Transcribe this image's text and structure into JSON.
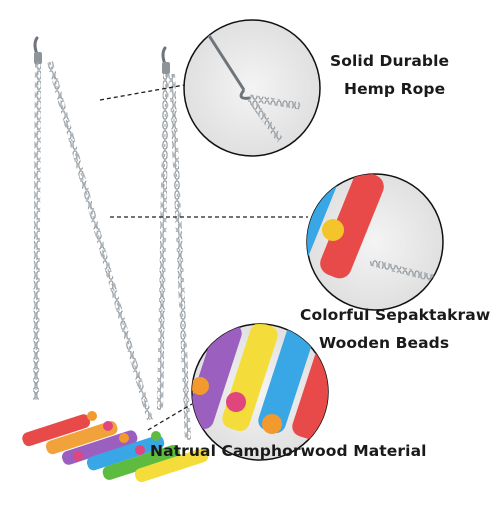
{
  "features": [
    {
      "label_lines": [
        "Solid Durable",
        "Hemp Rope"
      ]
    },
    {
      "label_lines": [
        "Colorful Sepaktakraw",
        "Wooden Beads"
      ]
    },
    {
      "label_lines": [
        "Natrual Camphorwood Material"
      ]
    }
  ],
  "colors": {
    "stick_red": "#e84a4a",
    "stick_orange": "#f2a23a",
    "stick_yellow": "#f4dd3a",
    "stick_green": "#5dbb3f",
    "stick_blue": "#39a6e6",
    "stick_purple": "#9b5fc0",
    "chain": "#9ca3a8",
    "bead_pink": "#e0457d",
    "bead_orange": "#f29a2e"
  },
  "icons": [
    "metal-hook-icon",
    "chain-icon"
  ]
}
